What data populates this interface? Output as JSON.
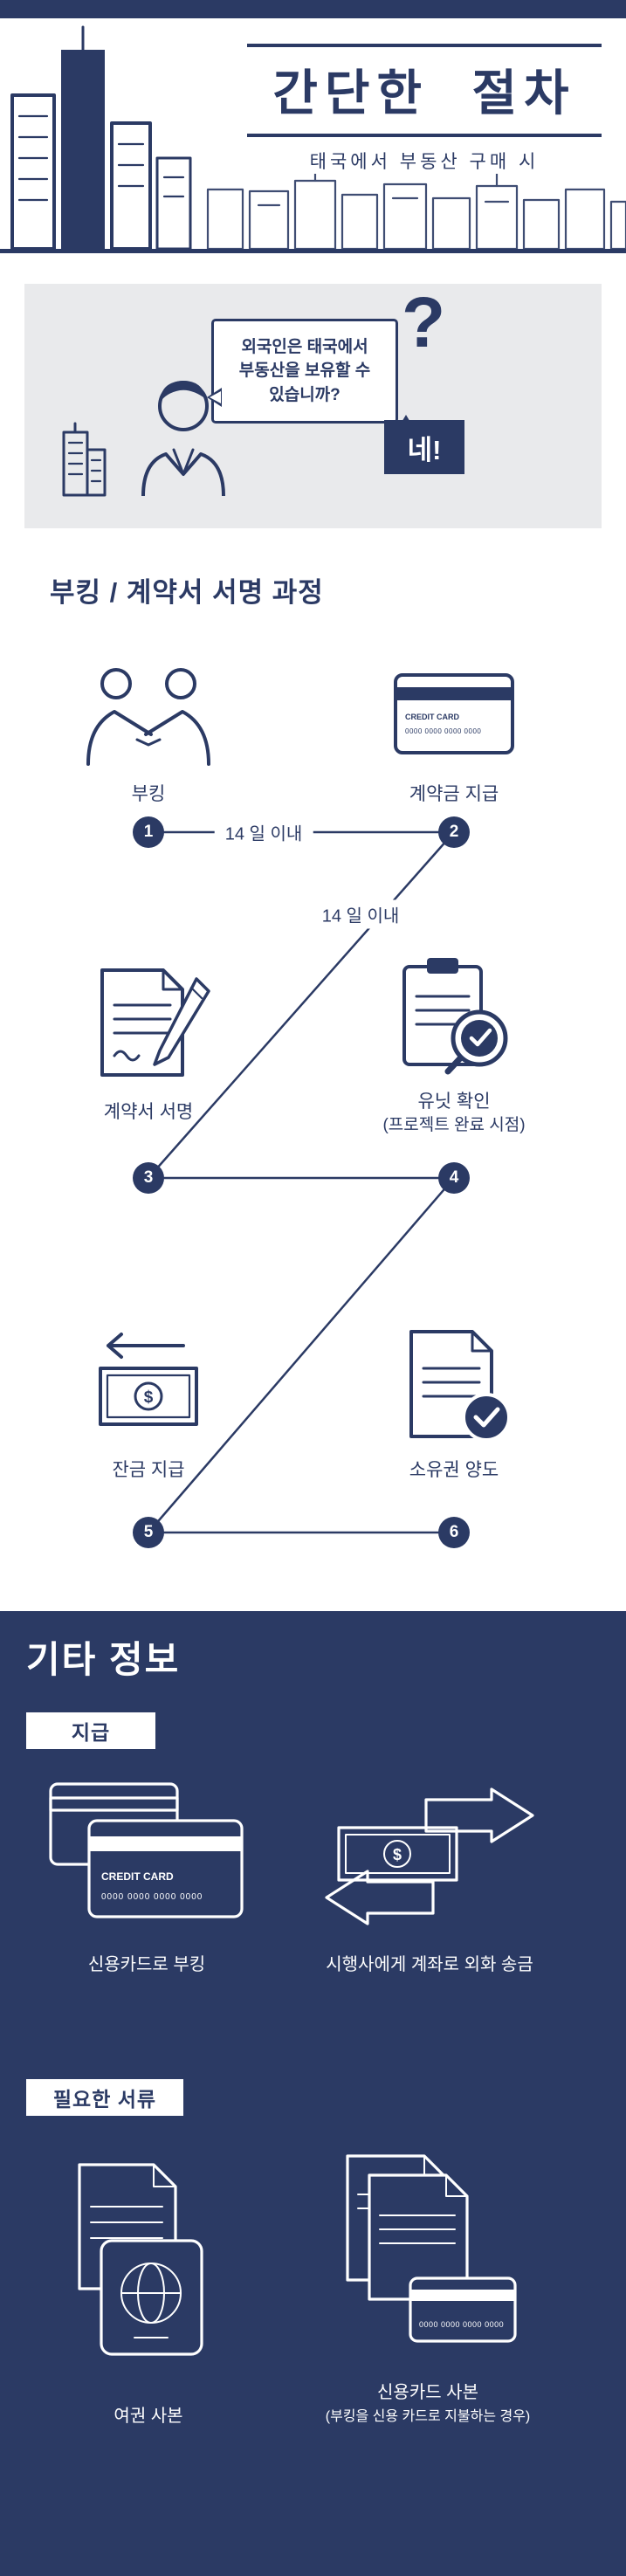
{
  "colors": {
    "navy": "#2b3a64",
    "gray": "#e9eaec",
    "white": "#ffffff"
  },
  "header": {
    "title": "간단한 절차",
    "subtitle": "태국에서 부동산 구매 시"
  },
  "qa": {
    "question_line1": "외국인은 태국에서",
    "question_line2": "부동산을 보유할 수",
    "question_line3": "있습니까?",
    "question_mark": "?",
    "answer": "네!"
  },
  "process": {
    "title": "부킹 / 계약서 서명 과정",
    "interval_1_2": "14 일 이내",
    "interval_2_3": "14 일 이내",
    "steps": [
      {
        "num": "1",
        "label": "부킹"
      },
      {
        "num": "2",
        "label": "계약금 지급"
      },
      {
        "num": "3",
        "label": "계약서 서명"
      },
      {
        "num": "4",
        "label": "유닛 확인",
        "sublabel": "(프로젝트 완료 시점)"
      },
      {
        "num": "5",
        "label": "잔금 지급"
      },
      {
        "num": "6",
        "label": "소유권 양도"
      }
    ]
  },
  "card": {
    "brand": "CREDIT CARD",
    "number": "0000 0000 0000 0000"
  },
  "icons": {
    "dollar": "$"
  },
  "info": {
    "title": "기타 정보",
    "payment_label": "지급",
    "payment_item1": "신용카드로 부킹",
    "payment_item2": "시행사에게 계좌로 외화 송금",
    "documents_label": "필요한 서류",
    "doc_item1": "여권 사본",
    "doc_item2": "신용카드 사본",
    "doc_item2_sub": "(부킹을 신용 카드로 지불하는 경우)"
  }
}
